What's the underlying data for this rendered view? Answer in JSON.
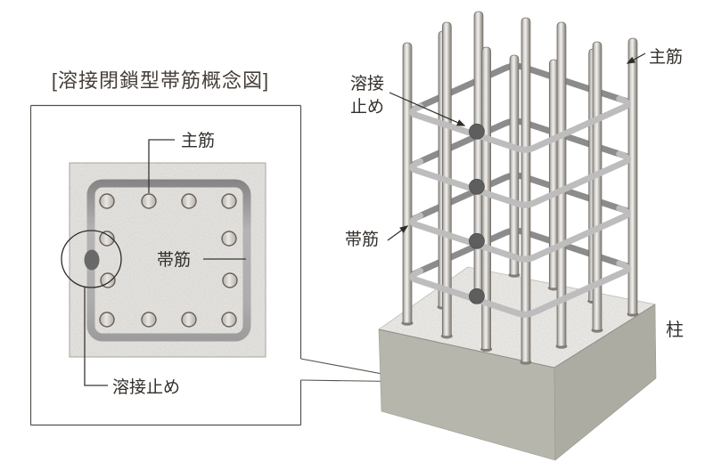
{
  "title": "[溶接閉鎖型帯筋概念図]",
  "cross_section": {
    "label_main_bar": "主筋",
    "label_hoop": "帯筋",
    "label_weld_stop": "溶接止め",
    "main_bar_count": 12,
    "hoop_count": 1,
    "weld_count": 1
  },
  "column_3d": {
    "label_weld_stop_line1": "溶接",
    "label_weld_stop_line2": "止め",
    "label_main_bar": "主筋",
    "label_hoop": "帯筋",
    "label_column": "柱",
    "main_bar_count": 12,
    "hoop_count": 4,
    "weld_count": 4
  },
  "colors": {
    "hoop_dark": "#8c8c8c",
    "hoop_light": "#bdbdbd",
    "weld_spot": "#5e5e5e",
    "concrete": "#ebe9e6",
    "block_top": "#f2f1ee",
    "block_left_face": "#b6b6ac",
    "block_right_face": "#acaca2",
    "rebar_outline": "#6f6a64",
    "bar_ring_stroke": "#6b6055",
    "text": "#332f2b"
  }
}
